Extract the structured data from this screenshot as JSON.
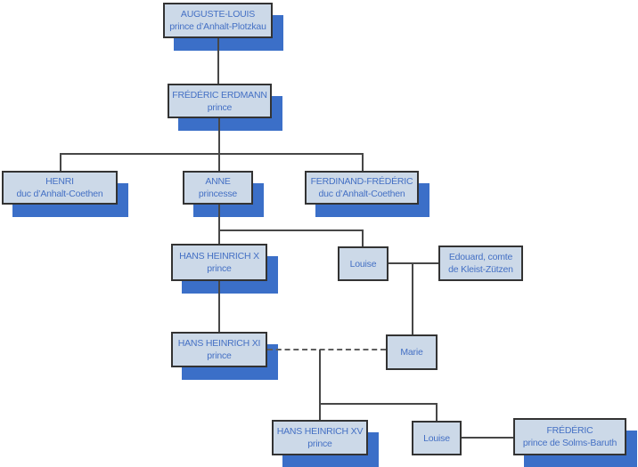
{
  "diagram": {
    "type": "family-tree",
    "language": "French"
  },
  "colors": {
    "background": "#ffffff",
    "box_fill": "#ccd9e8",
    "box_border": "#333333",
    "box_shadow": "#3b6fc8",
    "text": "#4470c4",
    "line": "#474747",
    "dashed_line": "#5e5e5e"
  },
  "nodes": [
    {
      "id": "auguste-louis",
      "name": "AUGUSTE-LOUIS",
      "title": "prince d’Anhalt-Plotzkau",
      "shadow": true
    },
    {
      "id": "frederic-erdmann",
      "name": "FRÉDÉRIC ERDMANN",
      "title": "prince",
      "shadow": true
    },
    {
      "id": "henri",
      "name": "HENRI",
      "title": "duc d’Anhalt-Coethen",
      "shadow": true
    },
    {
      "id": "anne",
      "name": "ANNE",
      "title": "princesse",
      "shadow": true
    },
    {
      "id": "ferdinand-frederic",
      "name": "FERDINAND-FRÉDÉRIC",
      "title": "duc d’Anhalt-Coethen",
      "shadow": true
    },
    {
      "id": "hans-heinrich-x",
      "name": "HANS HEINRICH X",
      "title": "prince",
      "shadow": true
    },
    {
      "id": "louise-1",
      "name": "Louise",
      "title": "",
      "shadow": false
    },
    {
      "id": "edouard",
      "name": "Edouard, comte",
      "title": "de Kleist-Zützen",
      "shadow": false
    },
    {
      "id": "hans-heinrich-xi",
      "name": "HANS HEINRICH XI",
      "title": "prince",
      "shadow": true
    },
    {
      "id": "marie",
      "name": "Marie",
      "title": "",
      "shadow": false
    },
    {
      "id": "hans-heinrich-xv",
      "name": "HANS HEINRICH XV",
      "title": "prince",
      "shadow": true
    },
    {
      "id": "louise-2",
      "name": "Louise",
      "title": "",
      "shadow": false
    },
    {
      "id": "frederic-solms",
      "name": "FRÉDÉRIC",
      "title": "prince de Solms-Baruth",
      "shadow": true
    }
  ],
  "relations": [
    {
      "type": "parent-child",
      "parent": "auguste-louis",
      "children": [
        "frederic-erdmann"
      ]
    },
    {
      "type": "parent-child",
      "parent": "frederic-erdmann",
      "children": [
        "henri",
        "anne",
        "ferdinand-frederic"
      ]
    },
    {
      "type": "parent-child",
      "parent": "anne",
      "children": [
        "hans-heinrich-x",
        "louise-1"
      ]
    },
    {
      "type": "marriage",
      "style": "solid",
      "partners": [
        "louise-1",
        "edouard"
      ],
      "children": [
        "marie"
      ]
    },
    {
      "type": "parent-child",
      "parent": "hans-heinrich-x",
      "children": [
        "hans-heinrich-xi"
      ]
    },
    {
      "type": "marriage",
      "style": "dashed",
      "partners": [
        "hans-heinrich-xi",
        "marie"
      ],
      "children": [
        "hans-heinrich-xv",
        "louise-2"
      ]
    },
    {
      "type": "marriage",
      "style": "solid",
      "partners": [
        "louise-2",
        "frederic-solms"
      ],
      "children": []
    }
  ]
}
